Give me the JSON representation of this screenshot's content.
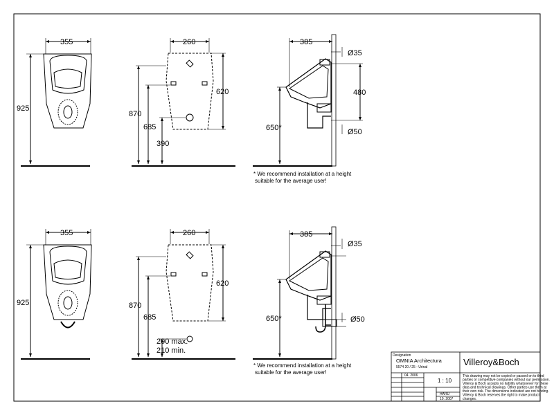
{
  "views": {
    "front_top": {
      "width": "355",
      "height": "925"
    },
    "outline_top": {
      "width": "260",
      "h1": "870",
      "h2": "685",
      "h3": "620",
      "h4": "390"
    },
    "side_top": {
      "depth": "385",
      "d1": "Ø35",
      "d2": "480",
      "d3": "Ø50",
      "install": "650*"
    },
    "front_bottom": {
      "width": "355",
      "height": "925"
    },
    "outline_bottom": {
      "width": "260",
      "h1": "870",
      "h2": "685",
      "h3": "620",
      "h4": "290 max.",
      "h5": "210 min."
    },
    "side_bottom": {
      "depth": "385",
      "d1": "Ø35",
      "d3": "Ø50",
      "install": "650*"
    }
  },
  "notes": {
    "top_line1": "* We recommend installation at a height",
    "top_line2": "suitable  for the average user!",
    "bottom_line1": "* We recommend installation at a height",
    "bottom_line2": "suitable  for the average user!"
  },
  "title_block": {
    "designation_label": "Designation",
    "product_name": "OMNIA Architectura",
    "product_code": "5574 20 / 25 - Urinal",
    "brand": "Villeroy&Boch",
    "scale": "1 : 10",
    "date1": "04. 2006",
    "drawn": "HARU",
    "date2": "10. 2007",
    "disclaimer": [
      "This drawing may not be copied or passed on to third",
      "parties or competitive companies without our permission.",
      "Villeroy & Boch accepts no liability whatsoever for these",
      "data and technical drawings. Other parties use them at",
      "their own risk. The dimensions indicated are not binding.",
      "Villeroy & Boch reserves the right to make product",
      "changes."
    ]
  },
  "colors": {
    "line": "#000000",
    "background": "#ffffff"
  }
}
